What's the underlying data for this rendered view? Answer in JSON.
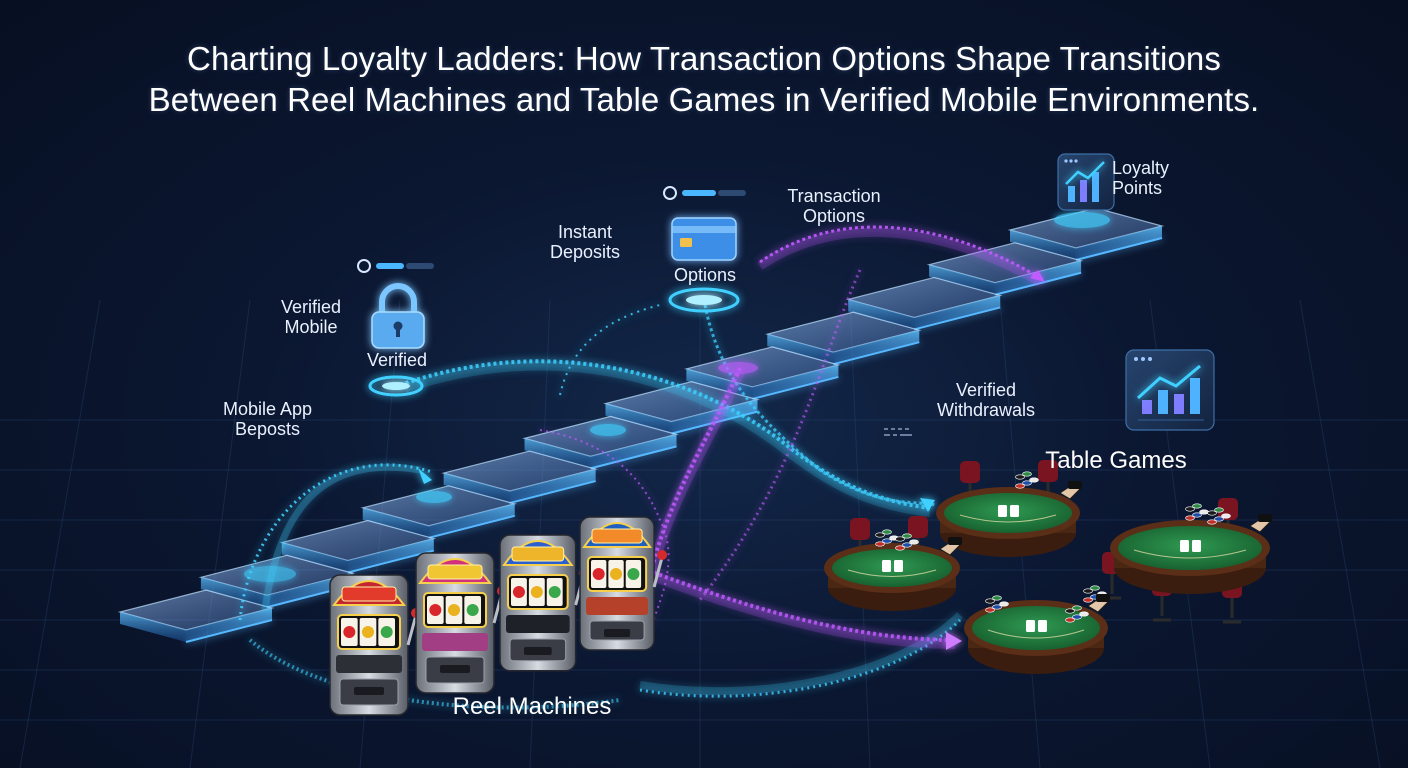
{
  "title": {
    "line1": "Charting Loyalty Ladders: How Transaction Options Shape Transitions",
    "line2": "Between Reel Machines and Table Games in Verified Mobile Environments."
  },
  "labels": {
    "mobile_app_deposits": "Mobile App\nBeposts",
    "verified_mobile": "Verified\nMobile",
    "verified_lock": "Verified",
    "instant_deposits": "Instant\nDeposits",
    "options": "Options",
    "transaction_options": "Transaction\nOptions",
    "loyalty_points": "Loyalty\nPoints",
    "verified_withdrawals": "Verified\nWithdrawals",
    "table_games": "Table Games",
    "reel_machines": "Reel Machines"
  },
  "ladder": {
    "step_count": 12
  },
  "icons": [
    "user-icon",
    "lock-icon",
    "credit-card-icon",
    "growth-chart-icon",
    "slot-machine-icon",
    "poker-table-icon"
  ],
  "colors": {
    "background": "#0b1731",
    "cyan_flow": "#3fd0ff",
    "purple_flow": "#c05bff",
    "felt_green": "#1f7a3c",
    "table_wood": "#5a2e17",
    "step_glow": "#57b8ff"
  }
}
